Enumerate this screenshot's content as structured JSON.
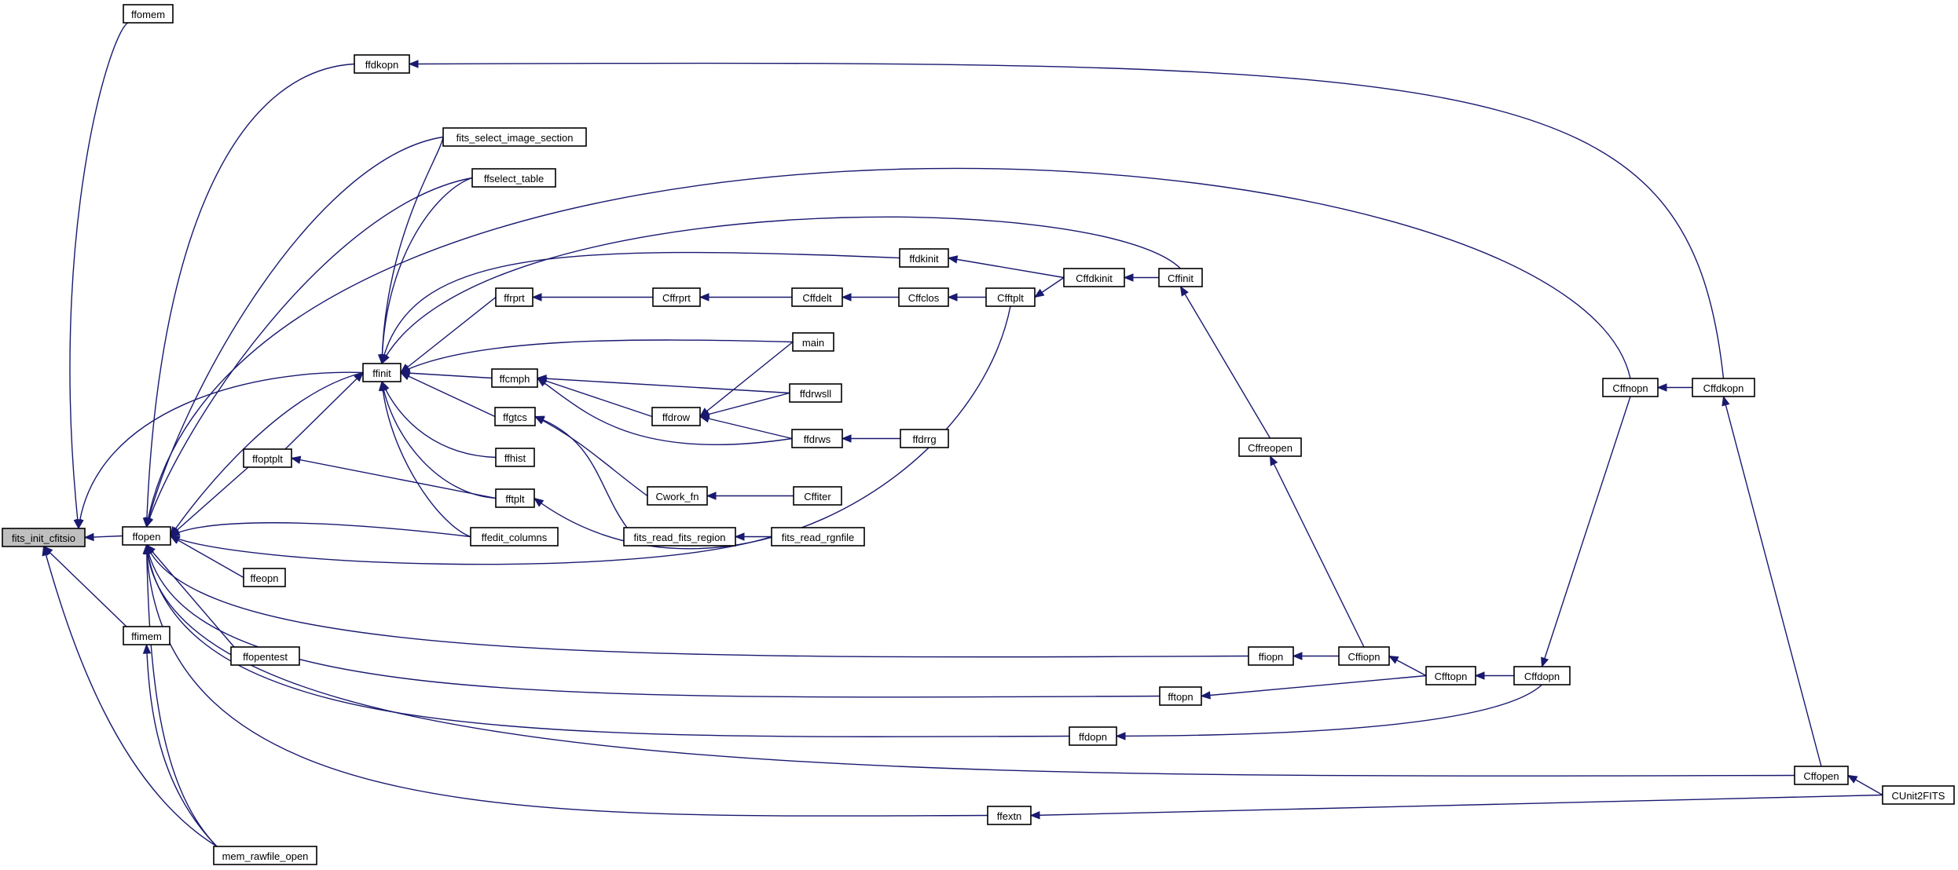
{
  "graph": {
    "edge_color": "#191970",
    "root_fill": "#bfbfbf",
    "node_fill": "#ffffff",
    "nodes": [
      {
        "id": "fits_init_cfitsio",
        "label": "fits_init_cfitsio",
        "root": true
      },
      {
        "id": "ffomem",
        "label": "ffomem"
      },
      {
        "id": "ffopen",
        "label": "ffopen"
      },
      {
        "id": "ffimem",
        "label": "ffimem"
      },
      {
        "id": "mem_rawfile_open",
        "label": "mem_rawfile_open"
      },
      {
        "id": "ffinit",
        "label": "ffinit"
      },
      {
        "id": "ffdkopn",
        "label": "ffdkopn"
      },
      {
        "id": "fits_select_image_section",
        "label": "fits_select_image_section"
      },
      {
        "id": "ffselect_table",
        "label": "ffselect_table"
      },
      {
        "id": "ffoptplt",
        "label": "ffoptplt"
      },
      {
        "id": "ffedit_columns",
        "label": "ffedit_columns"
      },
      {
        "id": "ffeopn",
        "label": "ffeopn"
      },
      {
        "id": "ffopentest",
        "label": "ffopentest"
      },
      {
        "id": "ffdkinit",
        "label": "ffdkinit"
      },
      {
        "id": "ffrprt",
        "label": "ffrprt"
      },
      {
        "id": "main",
        "label": "main"
      },
      {
        "id": "ffcmph",
        "label": "ffcmph"
      },
      {
        "id": "ffgtcs",
        "label": "ffgtcs"
      },
      {
        "id": "ffhist",
        "label": "ffhist"
      },
      {
        "id": "fftplt",
        "label": "fftplt"
      },
      {
        "id": "Cffrprt",
        "label": "Cffrprt"
      },
      {
        "id": "Cffdelt",
        "label": "Cffdelt"
      },
      {
        "id": "Cffclos",
        "label": "Cffclos"
      },
      {
        "id": "Cfftplt",
        "label": "Cfftplt"
      },
      {
        "id": "Cffdkinit",
        "label": "Cffdkinit"
      },
      {
        "id": "Cffinit",
        "label": "Cffinit"
      },
      {
        "id": "ffdrwsll",
        "label": "ffdrwsll"
      },
      {
        "id": "ffdrow",
        "label": "ffdrow"
      },
      {
        "id": "ffdrws",
        "label": "ffdrws"
      },
      {
        "id": "ffdrrg",
        "label": "ffdrrg"
      },
      {
        "id": "Cwork_fn",
        "label": "Cwork_fn"
      },
      {
        "id": "Cffiter",
        "label": "Cffiter"
      },
      {
        "id": "fits_read_fits_region",
        "label": "fits_read_fits_region"
      },
      {
        "id": "fits_read_rgnfile",
        "label": "fits_read_rgnfile"
      },
      {
        "id": "Cffreopen",
        "label": "Cffreopen"
      },
      {
        "id": "ffiopn",
        "label": "ffiopn"
      },
      {
        "id": "Cffiopn",
        "label": "Cffiopn"
      },
      {
        "id": "fftopn",
        "label": "fftopn"
      },
      {
        "id": "Cfftopn",
        "label": "Cfftopn"
      },
      {
        "id": "ffdopn",
        "label": "ffdopn"
      },
      {
        "id": "Cffdopn",
        "label": "Cffdopn"
      },
      {
        "id": "Cffnopn",
        "label": "Cffnopn"
      },
      {
        "id": "Cffdkopn",
        "label": "Cffdkopn"
      },
      {
        "id": "Cffopen",
        "label": "Cffopen"
      },
      {
        "id": "ffextn",
        "label": "ffextn"
      },
      {
        "id": "CUnit2FITS",
        "label": "CUnit2FITS"
      }
    ],
    "edges": [
      {
        "from": "ffomem",
        "to": "fits_init_cfitsio"
      },
      {
        "from": "ffopen",
        "to": "fits_init_cfitsio"
      },
      {
        "from": "ffinit",
        "to": "fits_init_cfitsio"
      },
      {
        "from": "ffimem",
        "to": "fits_init_cfitsio"
      },
      {
        "from": "mem_rawfile_open",
        "to": "fits_init_cfitsio"
      },
      {
        "from": "ffdkopn",
        "to": "ffopen"
      },
      {
        "from": "Cffnopn",
        "to": "ffopen"
      },
      {
        "from": "fits_select_image_section",
        "to": "ffopen"
      },
      {
        "from": "ffselect_table",
        "to": "ffopen"
      },
      {
        "from": "ffinit",
        "to": "ffopen"
      },
      {
        "from": "ffoptplt",
        "to": "ffopen"
      },
      {
        "from": "ffedit_columns",
        "to": "ffopen"
      },
      {
        "from": "fits_read_rgnfile",
        "to": "ffopen"
      },
      {
        "from": "ffeopn",
        "to": "ffopen"
      },
      {
        "from": "ffopentest",
        "to": "ffopen"
      },
      {
        "from": "ffiopn",
        "to": "ffopen"
      },
      {
        "from": "fftopn",
        "to": "ffopen"
      },
      {
        "from": "ffdopn",
        "to": "ffopen"
      },
      {
        "from": "Cffopen",
        "to": "ffopen"
      },
      {
        "from": "ffextn",
        "to": "ffopen"
      },
      {
        "from": "mem_rawfile_open",
        "to": "ffopen"
      },
      {
        "from": "mem_rawfile_open",
        "to": "ffimem"
      },
      {
        "from": "fits_select_image_section",
        "to": "ffinit"
      },
      {
        "from": "ffselect_table",
        "to": "ffinit"
      },
      {
        "from": "Cffinit",
        "to": "ffinit"
      },
      {
        "from": "ffdkinit",
        "to": "ffinit"
      },
      {
        "from": "ffrprt",
        "to": "ffinit"
      },
      {
        "from": "main",
        "to": "ffinit"
      },
      {
        "from": "ffcmph",
        "to": "ffinit"
      },
      {
        "from": "ffgtcs",
        "to": "ffinit"
      },
      {
        "from": "ffhist",
        "to": "ffinit"
      },
      {
        "from": "fftplt",
        "to": "ffinit"
      },
      {
        "from": "ffedit_columns",
        "to": "ffinit"
      },
      {
        "from": "ffoptplt",
        "to": "ffinit"
      },
      {
        "from": "fftplt",
        "to": "ffoptplt"
      },
      {
        "from": "Cffdkopn",
        "to": "ffdkopn"
      },
      {
        "from": "Cffdkinit",
        "to": "ffdkinit"
      },
      {
        "from": "Cffrprt",
        "to": "ffrprt"
      },
      {
        "from": "Cffdelt",
        "to": "Cffrprt"
      },
      {
        "from": "Cffclos",
        "to": "Cffdelt"
      },
      {
        "from": "Cfftplt",
        "to": "Cffclos"
      },
      {
        "from": "Cffdkinit",
        "to": "Cfftplt"
      },
      {
        "from": "Cffinit",
        "to": "Cffdkinit"
      },
      {
        "from": "ffdrwsll",
        "to": "ffcmph"
      },
      {
        "from": "ffdrow",
        "to": "ffcmph"
      },
      {
        "from": "ffdrws",
        "to": "ffcmph"
      },
      {
        "from": "main",
        "to": "ffdrow"
      },
      {
        "from": "ffdrwsll",
        "to": "ffdrow"
      },
      {
        "from": "ffdrws",
        "to": "ffdrow"
      },
      {
        "from": "ffdrrg",
        "to": "ffdrws"
      },
      {
        "from": "Cwork_fn",
        "to": "ffgtcs"
      },
      {
        "from": "fits_read_fits_region",
        "to": "ffgtcs"
      },
      {
        "from": "Cffiter",
        "to": "Cwork_fn"
      },
      {
        "from": "fits_read_rgnfile",
        "to": "fits_read_fits_region"
      },
      {
        "from": "Cfftplt",
        "to": "fftplt"
      },
      {
        "from": "Cffiopn",
        "to": "Cffreopen"
      },
      {
        "from": "Cffreopen",
        "to": "Cffinit"
      },
      {
        "from": "Cffiopn",
        "to": "ffiopn"
      },
      {
        "from": "Cfftopn",
        "to": "Cffiopn"
      },
      {
        "from": "Cfftopn",
        "to": "fftopn"
      },
      {
        "from": "Cffdopn",
        "to": "Cfftopn"
      },
      {
        "from": "Cffdopn",
        "to": "ffdopn"
      },
      {
        "from": "Cffnopn",
        "to": "Cffdopn"
      },
      {
        "from": "Cffdkopn",
        "to": "Cffnopn"
      },
      {
        "from": "Cffopen",
        "to": "Cffdkopn"
      },
      {
        "from": "CUnit2FITS",
        "to": "Cffopen"
      },
      {
        "from": "CUnit2FITS",
        "to": "ffextn"
      }
    ]
  }
}
